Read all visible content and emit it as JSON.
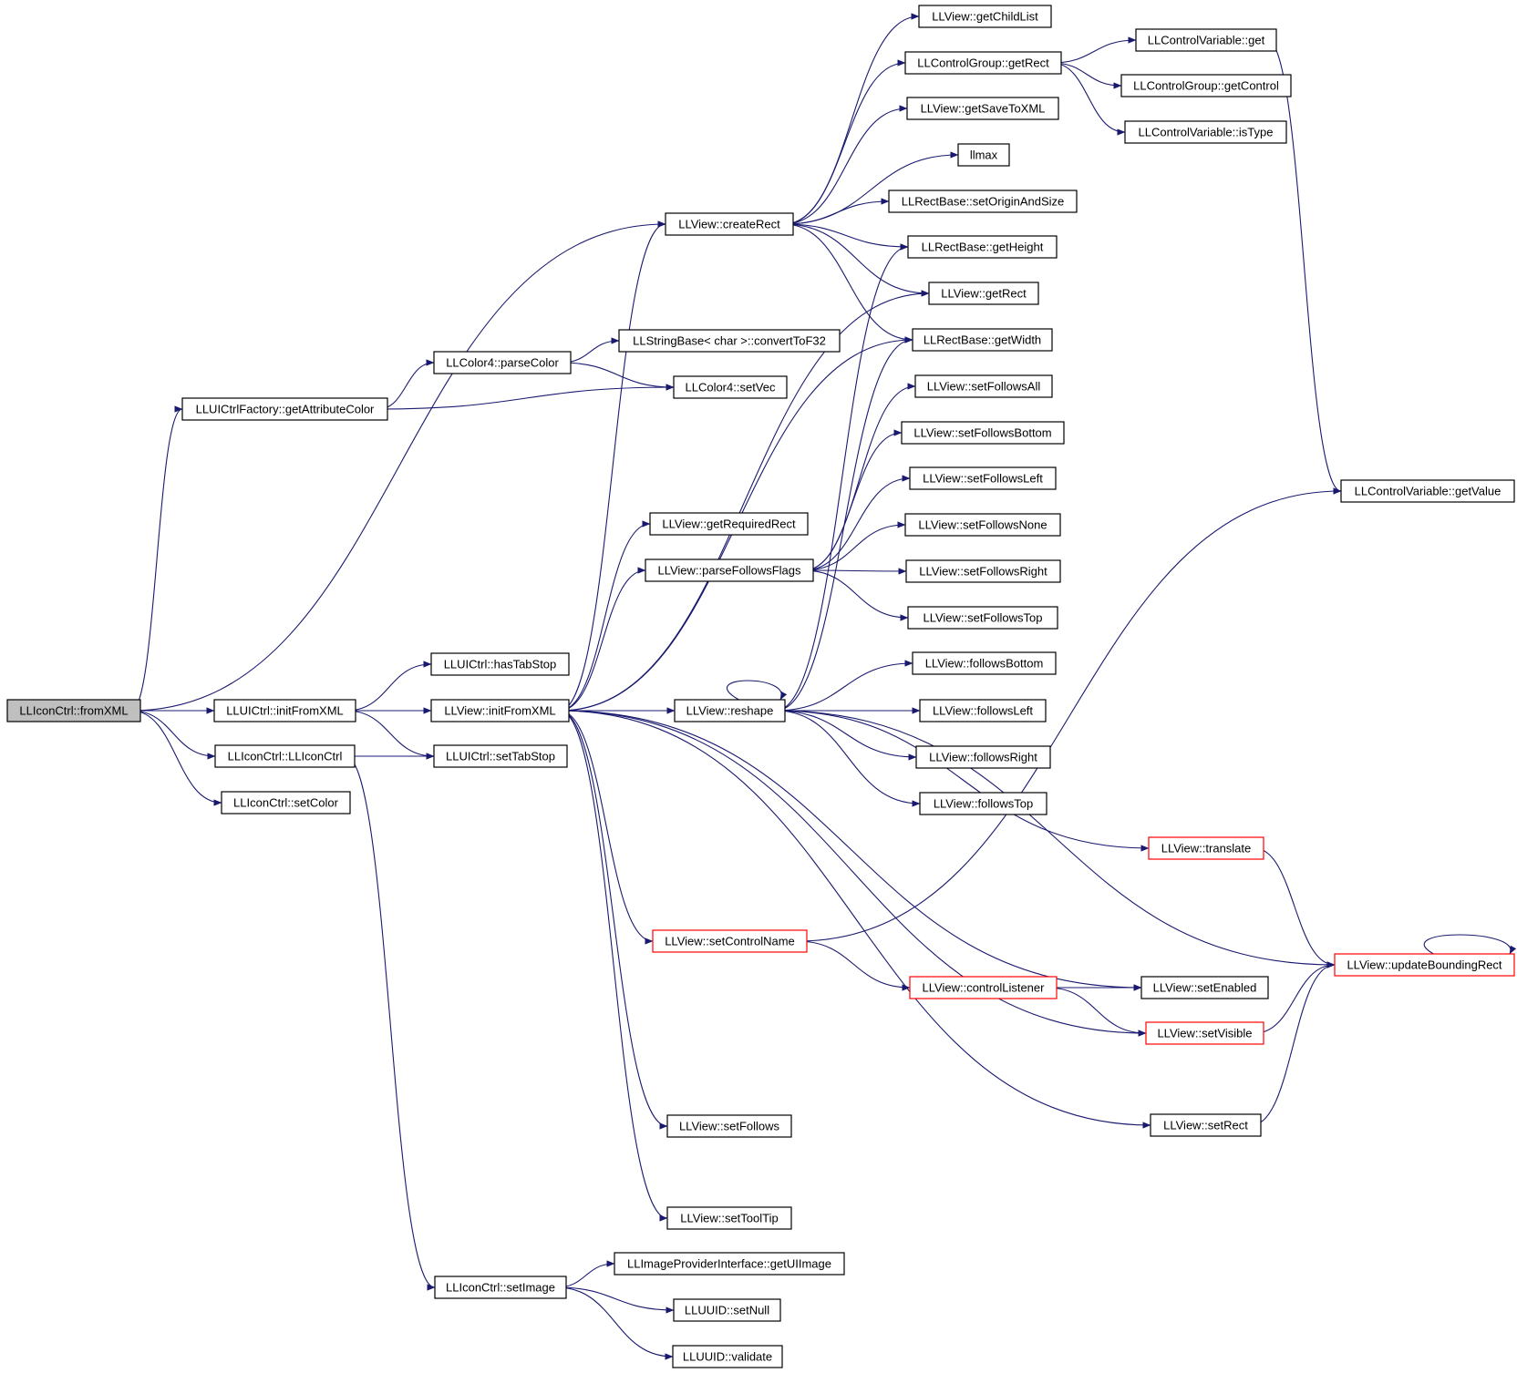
{
  "graph": {
    "nodes": [
      {
        "id": "fromXML",
        "label": "LLIconCtrl::fromXML",
        "style": "root"
      },
      {
        "id": "getAttributeColor",
        "label": "LLUICtrlFactory::getAttributeColor"
      },
      {
        "id": "parseColor",
        "label": "LLColor4::parseColor"
      },
      {
        "id": "convertToF32",
        "label": "LLStringBase< char >::convertToF32"
      },
      {
        "id": "setVec",
        "label": "LLColor4::setVec"
      },
      {
        "id": "createRect",
        "label": "LLView::createRect"
      },
      {
        "id": "getChildList",
        "label": "LLView::getChildList"
      },
      {
        "id": "cgGetRect",
        "label": "LLControlGroup::getRect"
      },
      {
        "id": "cvGet",
        "label": "LLControlVariable::get"
      },
      {
        "id": "cgGetControl",
        "label": "LLControlGroup::getControl"
      },
      {
        "id": "cvIsType",
        "label": "LLControlVariable::isType"
      },
      {
        "id": "getSaveToXML",
        "label": "LLView::getSaveToXML"
      },
      {
        "id": "llmax",
        "label": "llmax"
      },
      {
        "id": "setOriginAndSize",
        "label": "LLRectBase::setOriginAndSize"
      },
      {
        "id": "getHeight",
        "label": "LLRectBase::getHeight"
      },
      {
        "id": "viewGetRect",
        "label": "LLView::getRect"
      },
      {
        "id": "getWidth",
        "label": "LLRectBase::getWidth"
      },
      {
        "id": "setFollowsAll",
        "label": "LLView::setFollowsAll"
      },
      {
        "id": "setFollowsBottom",
        "label": "LLView::setFollowsBottom"
      },
      {
        "id": "setFollowsLeft",
        "label": "LLView::setFollowsLeft"
      },
      {
        "id": "setFollowsNone",
        "label": "LLView::setFollowsNone"
      },
      {
        "id": "setFollowsRight",
        "label": "LLView::setFollowsRight"
      },
      {
        "id": "setFollowsTop",
        "label": "LLView::setFollowsTop"
      },
      {
        "id": "getRequiredRect",
        "label": "LLView::getRequiredRect"
      },
      {
        "id": "parseFollowsFlags",
        "label": "LLView::parseFollowsFlags"
      },
      {
        "id": "getValue",
        "label": "LLControlVariable::getValue"
      },
      {
        "id": "hasTabStop",
        "label": "LLUICtrl::hasTabStop"
      },
      {
        "id": "uiInitFromXML",
        "label": "LLUICtrl::initFromXML"
      },
      {
        "id": "viewInitFromXML",
        "label": "LLView::initFromXML"
      },
      {
        "id": "reshape",
        "label": "LLView::reshape"
      },
      {
        "id": "followsBottom",
        "label": "LLView::followsBottom"
      },
      {
        "id": "followsLeft",
        "label": "LLView::followsLeft"
      },
      {
        "id": "followsRight",
        "label": "LLView::followsRight"
      },
      {
        "id": "followsTop",
        "label": "LLView::followsTop"
      },
      {
        "id": "iconCtor",
        "label": "LLIconCtrl::LLIconCtrl"
      },
      {
        "id": "setTabStop",
        "label": "LLUICtrl::setTabStop"
      },
      {
        "id": "setColor",
        "label": "LLIconCtrl::setColor"
      },
      {
        "id": "translate",
        "label": "LLView::translate",
        "style": "red"
      },
      {
        "id": "setControlName",
        "label": "LLView::setControlName",
        "style": "red"
      },
      {
        "id": "updateBoundingRect",
        "label": "LLView::updateBoundingRect",
        "style": "red"
      },
      {
        "id": "controlListener",
        "label": "LLView::controlListener",
        "style": "red"
      },
      {
        "id": "setEnabled",
        "label": "LLView::setEnabled"
      },
      {
        "id": "setVisible",
        "label": "LLView::setVisible",
        "style": "red"
      },
      {
        "id": "setFollows",
        "label": "LLView::setFollows"
      },
      {
        "id": "setRect",
        "label": "LLView::setRect"
      },
      {
        "id": "setToolTip",
        "label": "LLView::setToolTip"
      },
      {
        "id": "getUIImage",
        "label": "LLImageProviderInterface::getUIImage"
      },
      {
        "id": "setImage",
        "label": "LLIconCtrl::setImage"
      },
      {
        "id": "setNull",
        "label": "LLUUID::setNull"
      },
      {
        "id": "validate",
        "label": "LLUUID::validate"
      }
    ],
    "edges": [
      [
        "fromXML",
        "createRect"
      ],
      [
        "fromXML",
        "getAttributeColor"
      ],
      [
        "fromXML",
        "uiInitFromXML"
      ],
      [
        "fromXML",
        "iconCtor"
      ],
      [
        "fromXML",
        "setColor"
      ],
      [
        "getAttributeColor",
        "parseColor"
      ],
      [
        "getAttributeColor",
        "setVec"
      ],
      [
        "parseColor",
        "convertToF32"
      ],
      [
        "parseColor",
        "setVec"
      ],
      [
        "createRect",
        "getChildList"
      ],
      [
        "createRect",
        "cgGetRect"
      ],
      [
        "createRect",
        "getSaveToXML"
      ],
      [
        "createRect",
        "llmax"
      ],
      [
        "createRect",
        "setOriginAndSize"
      ],
      [
        "createRect",
        "getHeight"
      ],
      [
        "createRect",
        "viewGetRect"
      ],
      [
        "createRect",
        "getWidth"
      ],
      [
        "cgGetRect",
        "cvGet"
      ],
      [
        "cgGetRect",
        "cgGetControl"
      ],
      [
        "cgGetRect",
        "cvIsType"
      ],
      [
        "cvGet",
        "getValue"
      ],
      [
        "uiInitFromXML",
        "hasTabStop"
      ],
      [
        "uiInitFromXML",
        "viewInitFromXML"
      ],
      [
        "uiInitFromXML",
        "setTabStop"
      ],
      [
        "iconCtor",
        "setTabStop"
      ],
      [
        "iconCtor",
        "setImage"
      ],
      [
        "viewInitFromXML",
        "createRect"
      ],
      [
        "viewInitFromXML",
        "viewGetRect"
      ],
      [
        "viewInitFromXML",
        "getWidth"
      ],
      [
        "viewInitFromXML",
        "getRequiredRect"
      ],
      [
        "viewInitFromXML",
        "parseFollowsFlags"
      ],
      [
        "viewInitFromXML",
        "reshape"
      ],
      [
        "viewInitFromXML",
        "setControlName"
      ],
      [
        "viewInitFromXML",
        "setEnabled"
      ],
      [
        "viewInitFromXML",
        "setVisible"
      ],
      [
        "viewInitFromXML",
        "setFollows"
      ],
      [
        "viewInitFromXML",
        "setRect"
      ],
      [
        "viewInitFromXML",
        "setToolTip"
      ],
      [
        "parseFollowsFlags",
        "setFollowsAll"
      ],
      [
        "parseFollowsFlags",
        "setFollowsBottom"
      ],
      [
        "parseFollowsFlags",
        "setFollowsLeft"
      ],
      [
        "parseFollowsFlags",
        "setFollowsNone"
      ],
      [
        "parseFollowsFlags",
        "setFollowsRight"
      ],
      [
        "parseFollowsFlags",
        "setFollowsTop"
      ],
      [
        "reshape",
        "reshape"
      ],
      [
        "reshape",
        "getHeight"
      ],
      [
        "reshape",
        "getWidth"
      ],
      [
        "reshape",
        "followsBottom"
      ],
      [
        "reshape",
        "followsLeft"
      ],
      [
        "reshape",
        "followsRight"
      ],
      [
        "reshape",
        "followsTop"
      ],
      [
        "reshape",
        "translate"
      ],
      [
        "reshape",
        "updateBoundingRect"
      ],
      [
        "translate",
        "updateBoundingRect"
      ],
      [
        "updateBoundingRect",
        "updateBoundingRect"
      ],
      [
        "setControlName",
        "getValue"
      ],
      [
        "setControlName",
        "controlListener"
      ],
      [
        "controlListener",
        "setEnabled"
      ],
      [
        "controlListener",
        "setVisible"
      ],
      [
        "setVisible",
        "updateBoundingRect"
      ],
      [
        "setRect",
        "updateBoundingRect"
      ],
      [
        "setImage",
        "getUIImage"
      ],
      [
        "setImage",
        "setNull"
      ],
      [
        "setImage",
        "validate"
      ]
    ]
  }
}
